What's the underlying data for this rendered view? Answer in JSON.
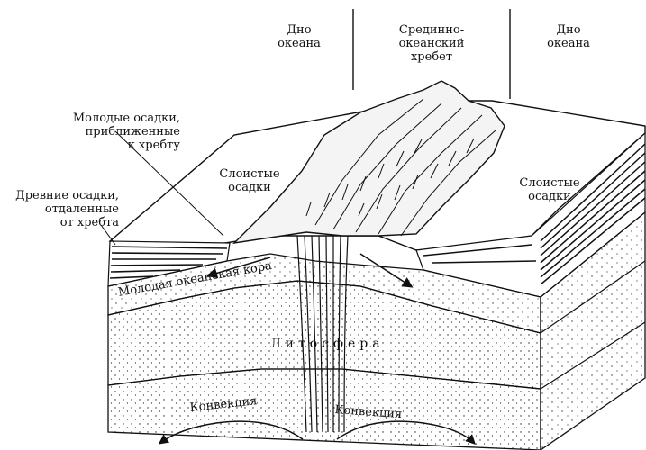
{
  "labels": {
    "ocean_floor_left": "Дно\nокеана",
    "mid_ocean_ridge": "Срединно-\nокеанский\nхребет",
    "ocean_floor_right": "Дно\nокеана",
    "young_sediments": "Молодые осадки,\nприближенные\nк хребту",
    "ancient_sediments": "Древние осадки,\nотдаленные\nот хребта",
    "layered_sediments_left": "Слоистые\nосадки",
    "layered_sediments_right": "Слоистые\nосадки",
    "young_oceanic_crust": "Молодая океанская кора",
    "lithosphere": "Литосфера",
    "convection_left": "Конвекция",
    "convection_right": "Конвекция"
  }
}
